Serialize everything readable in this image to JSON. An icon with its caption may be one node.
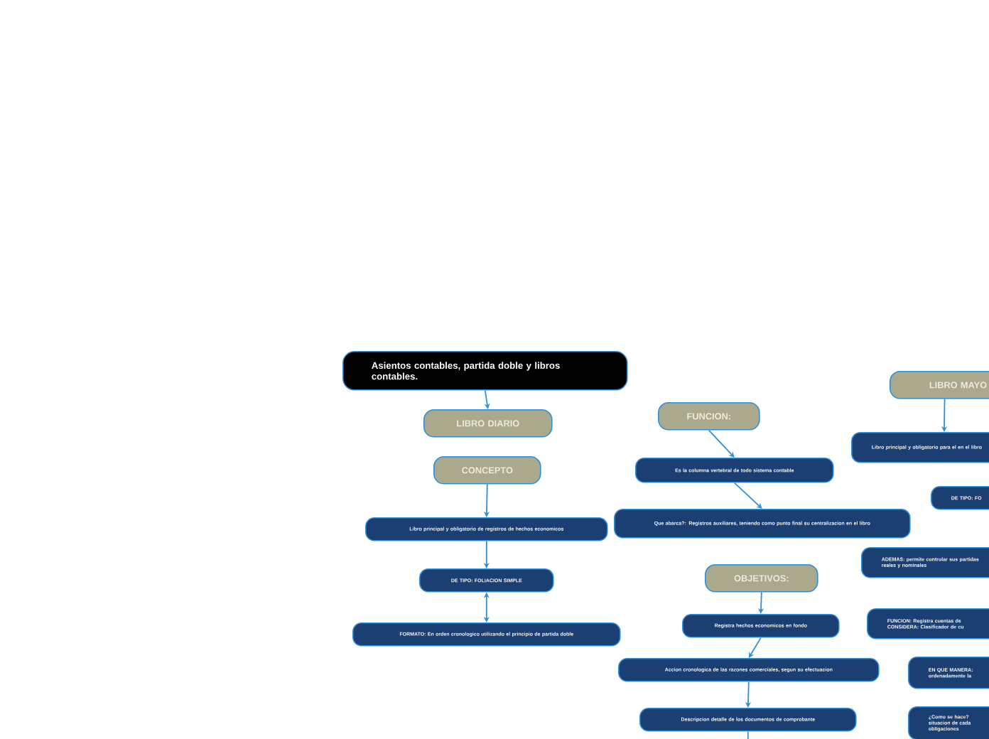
{
  "diagram": {
    "nodes": [
      {
        "text": [
          "Asientos contables, partida doble y libros contables."
        ]
      },
      {
        "text": [
          "LIBRO DIARIO"
        ]
      },
      {
        "text": [
          "CONCEPTO"
        ]
      },
      {
        "text": [
          "Libro principal y obligatorio de registros de hechos economicos"
        ]
      },
      {
        "text": [
          "DE TIPO: FOLIACION SIMPLE"
        ]
      },
      {
        "text": [
          "FORMATO: En orden cronologico utilizando el principio de partida doble"
        ]
      },
      {
        "text": [
          "FUNCION:"
        ]
      },
      {
        "text": [
          "Es la columna vertebral de todo sistema contable"
        ]
      },
      {
        "text": [
          "Que abarca?: Registros auxiliares, teniendo como punto final su centralizacion en el libro"
        ]
      },
      {
        "text": [
          "OBJETIVOS:"
        ]
      },
      {
        "text": [
          "Registra hechos economicos en fondo"
        ]
      },
      {
        "text": [
          "Accion cronologica de las razones comerciales, segun su efectuacion"
        ]
      },
      {
        "text": [
          "Descripcion detalle de los documentos de comprobante"
        ]
      },
      {
        "text": [
          "LIBRO MAYO"
        ]
      },
      {
        "text": [
          "Libro principal y obligatorio para el en el libro"
        ]
      },
      {
        "text": [
          "DE TIPO: FO"
        ]
      },
      {
        "text": [
          "ADEMAS: permite controlar sus partidas reales y nominales"
        ]
      },
      {
        "text": [
          "FUNCION: Registra cuentas de CONSIDERA: Clasificador de cu"
        ]
      },
      {
        "text": [
          "EN QUE MANERA: ordenadamente la"
        ]
      },
      {
        "text": [
          "¿Como se hace? situacion de cada obligaciones"
        ]
      }
    ],
    "edges": [
      {
        "from": 0,
        "to": 1,
        "arrow": "to"
      },
      {
        "from": 2,
        "to": 3,
        "arrow": "to"
      },
      {
        "from": 3,
        "to": 4,
        "arrow": "to"
      },
      {
        "from": 4,
        "to": 5,
        "arrow": "both"
      },
      {
        "from": 6,
        "to": 7,
        "arrow": "to"
      },
      {
        "from": 7,
        "to": 8,
        "arrow": "to"
      },
      {
        "from": 9,
        "to": 10,
        "arrow": "to"
      },
      {
        "from": 10,
        "to": 11,
        "arrow": "to"
      },
      {
        "from": 11,
        "to": 12,
        "arrow": "to"
      },
      {
        "from": 12,
        "to": null,
        "arrow": "none"
      },
      {
        "from": 13,
        "to": 14,
        "arrow": "to"
      }
    ]
  }
}
